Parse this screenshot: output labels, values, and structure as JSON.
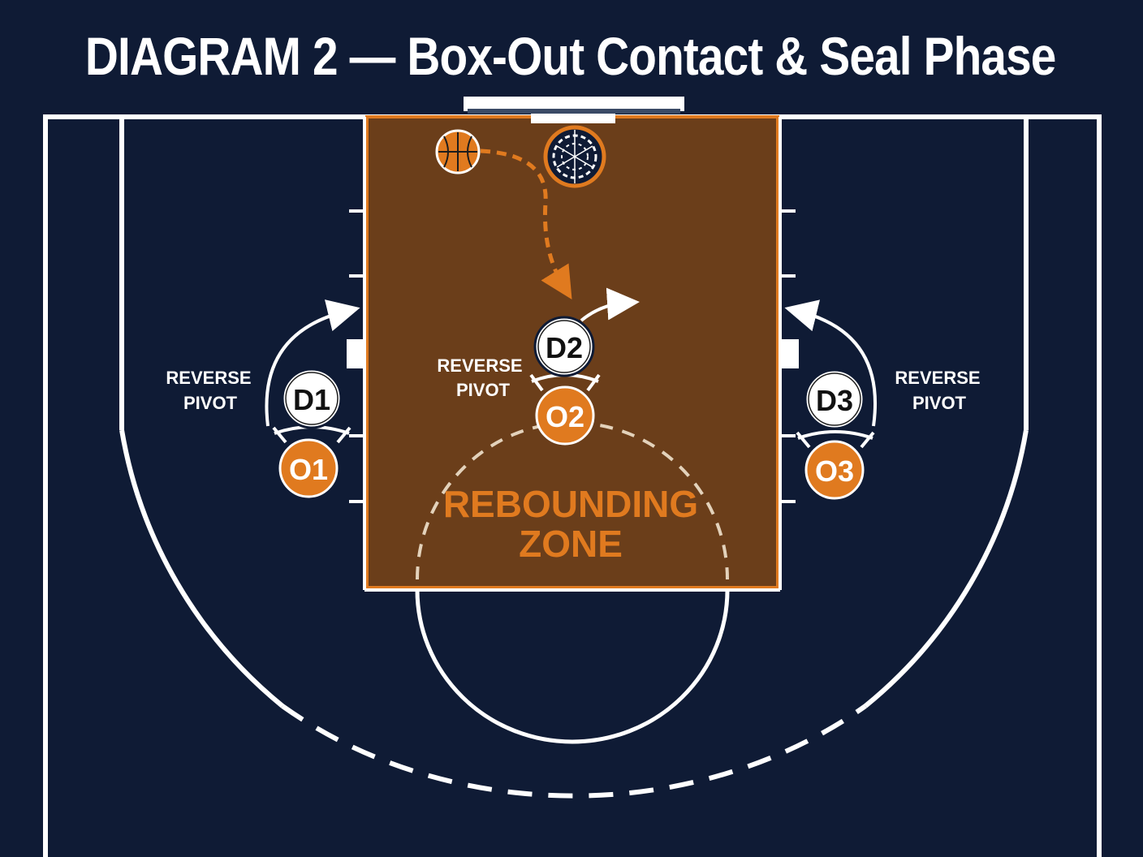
{
  "title": "DIAGRAM 2 — Box-Out Contact & Seal Phase",
  "colors": {
    "background": "#0f1b35",
    "court_line": "#ffffff",
    "paint": "#6b3e1a",
    "paint_border": "#e07a1f",
    "offense": "#e07a1f",
    "defense": "#ffffff",
    "zone_text": "#e07a1f",
    "zone_outline": "#e3d2bb"
  },
  "players": {
    "defense": [
      {
        "label": "D1"
      },
      {
        "label": "D2"
      },
      {
        "label": "D3"
      }
    ],
    "offense": [
      {
        "label": "O1"
      },
      {
        "label": "O2"
      },
      {
        "label": "O3"
      }
    ]
  },
  "annotations": {
    "left": [
      "REVERSE",
      "PIVOT"
    ],
    "center": [
      "REVERSE",
      "PIVOT"
    ],
    "right": [
      "REVERSE",
      "PIVOT"
    ]
  },
  "zone_label": [
    "REBOUNDING",
    "ZONE"
  ],
  "icons": [
    "basketball-icon",
    "hoop-icon",
    "backboard-icon"
  ]
}
